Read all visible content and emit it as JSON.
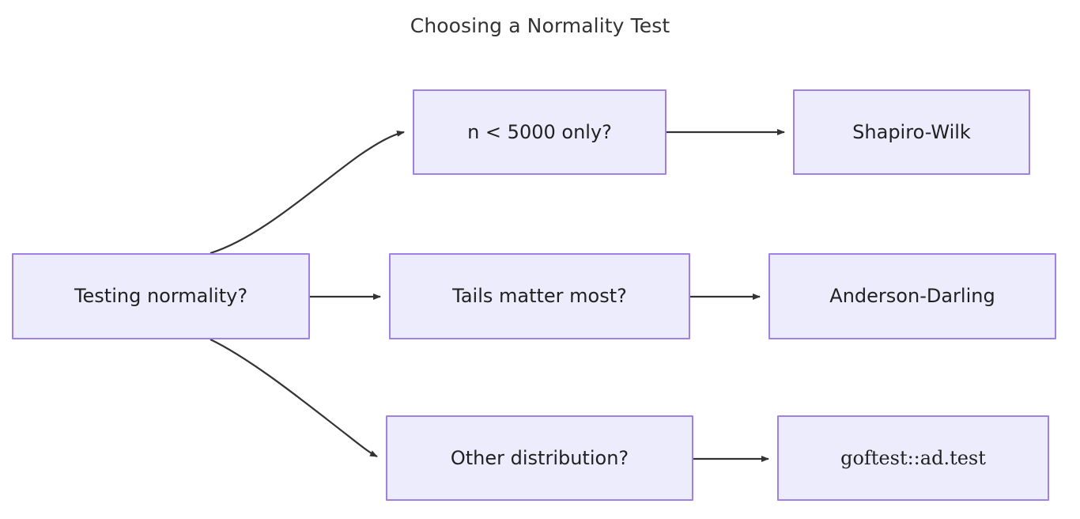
{
  "diagram": {
    "title": "Choosing a Normality Test",
    "type": "flowchart",
    "direction": "left-to-right",
    "background_color": "#ffffff",
    "node_fill_color": "#ececfc",
    "node_border_color": "#a180e6",
    "node_text_color": "#1f2020",
    "edge_color": "#333333",
    "nodes": [
      {
        "id": "root",
        "label": "Testing normality?",
        "column": 1,
        "row": 2
      },
      {
        "id": "small_n",
        "label": "n < 5000 only?",
        "column": 2,
        "row": 1
      },
      {
        "id": "tails",
        "label": "Tails matter most?",
        "column": 2,
        "row": 2
      },
      {
        "id": "other",
        "label": "Other distribution?",
        "column": 2,
        "row": 3
      },
      {
        "id": "shapiro",
        "label": "Shapiro-Wilk",
        "column": 3,
        "row": 1
      },
      {
        "id": "anderson",
        "label": "Anderson-Darling",
        "column": 3,
        "row": 2
      },
      {
        "id": "goftest",
        "label": "goftest::ad.test",
        "column": 3,
        "row": 3
      }
    ],
    "edges": [
      {
        "from": "root",
        "to": "small_n",
        "label": "",
        "style": "curved"
      },
      {
        "from": "root",
        "to": "tails",
        "label": "",
        "style": "straight"
      },
      {
        "from": "root",
        "to": "other",
        "label": "",
        "style": "curved"
      },
      {
        "from": "small_n",
        "to": "shapiro",
        "label": "",
        "style": "straight"
      },
      {
        "from": "tails",
        "to": "anderson",
        "label": "",
        "style": "straight"
      },
      {
        "from": "other",
        "to": "goftest",
        "label": "",
        "style": "straight"
      }
    ]
  }
}
